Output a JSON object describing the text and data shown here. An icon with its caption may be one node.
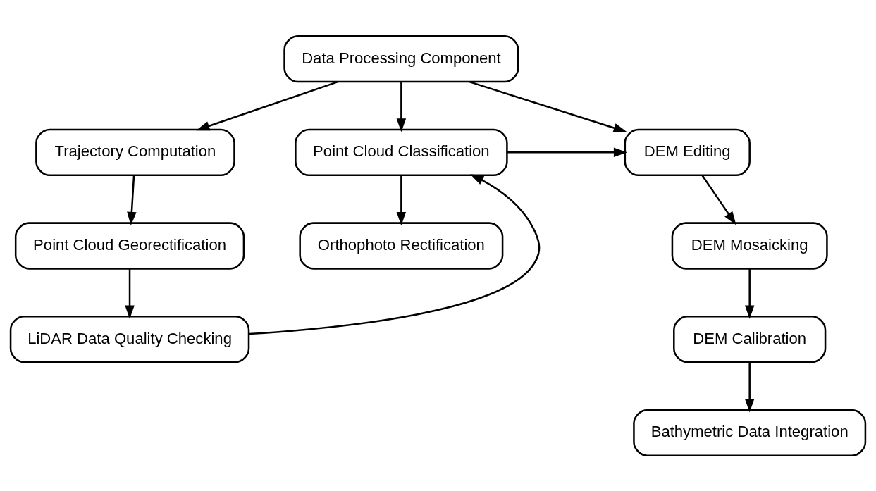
{
  "diagram": {
    "nodes": [
      {
        "text": [
          "Data Processing Component"
        ]
      },
      {
        "text": [
          "Trajectory Computation"
        ]
      },
      {
        "text": [
          "Point Cloud Classification"
        ]
      },
      {
        "text": [
          "DEM Editing"
        ]
      },
      {
        "text": [
          "Point Cloud Georectification"
        ]
      },
      {
        "text": [
          "Orthophoto Rectification"
        ]
      },
      {
        "text": [
          "DEM Mosaicking"
        ]
      },
      {
        "text": [
          "LiDAR Data Quality Checking"
        ]
      },
      {
        "text": [
          "DEM Calibration"
        ]
      },
      {
        "text": [
          "Bathymetric Data Integration"
        ]
      }
    ],
    "edges": [
      {
        "from": 0,
        "to": 1,
        "arrow": "to"
      },
      {
        "from": 0,
        "to": 2,
        "arrow": "to"
      },
      {
        "from": 0,
        "to": 3,
        "arrow": "to"
      },
      {
        "from": 1,
        "to": 4,
        "arrow": "to"
      },
      {
        "from": 4,
        "to": 7,
        "arrow": "to"
      },
      {
        "from": 7,
        "to": 2,
        "arrow": "to"
      },
      {
        "from": 2,
        "to": 3,
        "arrow": "to"
      },
      {
        "from": 2,
        "to": 5,
        "arrow": "to"
      },
      {
        "from": 3,
        "to": 6,
        "arrow": "to"
      },
      {
        "from": 6,
        "to": 8,
        "arrow": "to"
      },
      {
        "from": 8,
        "to": 9,
        "arrow": "to"
      }
    ]
  }
}
